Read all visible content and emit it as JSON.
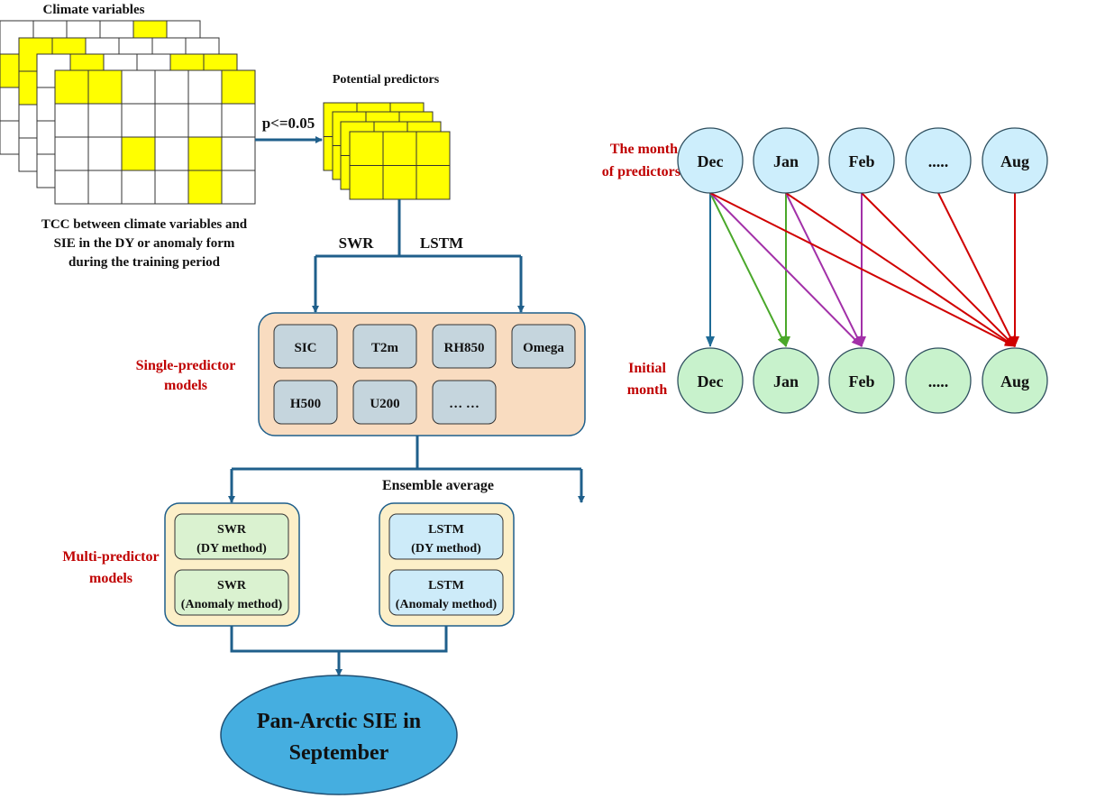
{
  "left": {
    "climate_title": "Climate variables",
    "tcc_caption": [
      "TCC between climate variables and",
      "SIE in the DY or anomaly form",
      "during the training period"
    ],
    "threshold": "p<=0.05",
    "potential_title": "Potential predictors",
    "branch_swr": "SWR",
    "branch_lstm": "LSTM",
    "single_label": [
      "Single-predictor",
      "models"
    ],
    "single_models": [
      "SIC",
      "T2m",
      "RH850",
      "Omega",
      "H500",
      "U200",
      "… …"
    ],
    "ensemble_label": "Ensemble average",
    "multi_label": [
      "Multi-predictor",
      "models"
    ],
    "swr_models": [
      [
        "SWR",
        "(DY method)"
      ],
      [
        "SWR",
        "(Anomaly method)"
      ]
    ],
    "lstm_models": [
      [
        "LSTM",
        "(DY method)"
      ],
      [
        "LSTM",
        "(Anomaly method)"
      ]
    ],
    "target": [
      "Pan-Arctic SIE  in",
      "September"
    ]
  },
  "right": {
    "predictor_label": [
      "The month",
      "of predictors"
    ],
    "initial_label": [
      "Initial",
      "month"
    ],
    "predictor_months": [
      "Dec",
      "Jan",
      "Feb",
      ".....",
      "Aug"
    ],
    "initial_months": [
      "Dec",
      "Jan",
      "Feb",
      ".....",
      "Aug"
    ],
    "links": [
      {
        "from": "Dec",
        "to": "Dec",
        "color": "#1f6b96"
      },
      {
        "from": "Dec",
        "to": "Jan",
        "color": "#4aa82a"
      },
      {
        "from": "Jan",
        "to": "Jan",
        "color": "#4aa82a"
      },
      {
        "from": "Dec",
        "to": "Feb",
        "color": "#a230a8"
      },
      {
        "from": "Jan",
        "to": "Feb",
        "color": "#a230a8"
      },
      {
        "from": "Feb",
        "to": "Feb",
        "color": "#a230a8"
      },
      {
        "from": "Dec",
        "to": "Aug",
        "color": "#d00000"
      },
      {
        "from": "Jan",
        "to": "Aug",
        "color": "#d00000"
      },
      {
        "from": "Feb",
        "to": "Aug",
        "color": "#d00000"
      },
      {
        "from": ".....",
        "to": "Aug",
        "color": "#d00000"
      },
      {
        "from": "Aug",
        "to": "Aug",
        "color": "#d00000"
      }
    ]
  },
  "colors": {
    "flow": "#1f5f8b",
    "significant_cell": "#ffff00",
    "single_box": "#f9dcc0",
    "single_item": "#c5d5dd",
    "multi_box": "#fcefc8",
    "swr_item": "#daf2d0",
    "lstm_item": "#cdebf9",
    "target": "#45aee0",
    "predictor_circle": "#cdeefc",
    "initial_circle": "#c8f2cc",
    "label_red": "#c00000"
  }
}
